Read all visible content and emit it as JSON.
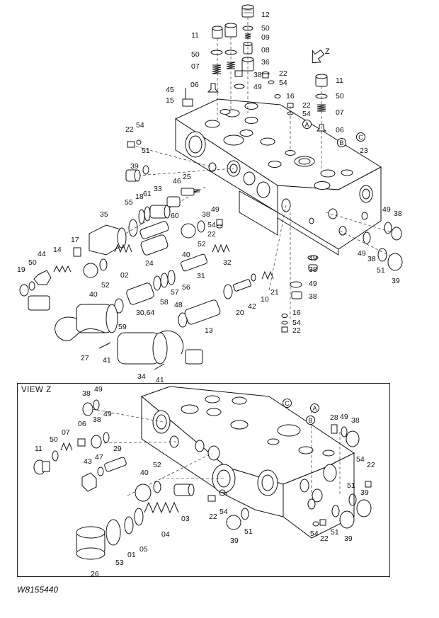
{
  "view_label": "VIEW Z",
  "drawing_number": "W8155440",
  "arrow_label": "Z",
  "circle_markers": [
    "A",
    "B",
    "C"
  ],
  "top_callouts": [
    {
      "id": "c12",
      "text": "12"
    },
    {
      "id": "c50a",
      "text": "50"
    },
    {
      "id": "c09",
      "text": "09"
    },
    {
      "id": "c11a",
      "text": "11"
    },
    {
      "id": "c08",
      "text": "08"
    },
    {
      "id": "c50b",
      "text": "50"
    },
    {
      "id": "c36",
      "text": "36"
    },
    {
      "id": "c07a",
      "text": "07"
    },
    {
      "id": "c38a",
      "text": "38"
    },
    {
      "id": "c22a",
      "text": "22"
    },
    {
      "id": "c54a",
      "text": "54"
    },
    {
      "id": "c49a",
      "text": "49"
    },
    {
      "id": "c06a",
      "text": "06"
    },
    {
      "id": "c45",
      "text": "45"
    },
    {
      "id": "c15",
      "text": "15"
    },
    {
      "id": "c16a",
      "text": "16"
    },
    {
      "id": "c11b",
      "text": "11"
    },
    {
      "id": "c50c",
      "text": "50"
    },
    {
      "id": "c22b",
      "text": "22"
    },
    {
      "id": "c54b",
      "text": "54"
    },
    {
      "id": "c07b",
      "text": "07"
    },
    {
      "id": "c06b",
      "text": "06"
    },
    {
      "id": "c23",
      "text": "23"
    },
    {
      "id": "c22c",
      "text": "22"
    },
    {
      "id": "c54c",
      "text": "54"
    },
    {
      "id": "c51a",
      "text": "51"
    },
    {
      "id": "c39a",
      "text": "39"
    },
    {
      "id": "c46",
      "text": "46"
    },
    {
      "id": "c25",
      "text": "25"
    },
    {
      "id": "c18",
      "text": "18"
    },
    {
      "id": "c61",
      "text": "61"
    },
    {
      "id": "c33",
      "text": "33"
    },
    {
      "id": "c55",
      "text": "55"
    },
    {
      "id": "c60",
      "text": "60"
    },
    {
      "id": "c38b",
      "text": "38"
    },
    {
      "id": "c49b",
      "text": "49"
    },
    {
      "id": "c35",
      "text": "35"
    },
    {
      "id": "c54d",
      "text": "54"
    },
    {
      "id": "c22d",
      "text": "22"
    },
    {
      "id": "c49c",
      "text": "49"
    },
    {
      "id": "c38c",
      "text": "38"
    },
    {
      "id": "c49d",
      "text": "49"
    },
    {
      "id": "c38d",
      "text": "38"
    },
    {
      "id": "c51b",
      "text": "51"
    },
    {
      "id": "c39b",
      "text": "39"
    },
    {
      "id": "c17",
      "text": "17"
    },
    {
      "id": "c44",
      "text": "44"
    },
    {
      "id": "c14",
      "text": "14"
    },
    {
      "id": "c50d",
      "text": "50"
    },
    {
      "id": "c19",
      "text": "19"
    },
    {
      "id": "c40a",
      "text": "40"
    },
    {
      "id": "c52a",
      "text": "52"
    },
    {
      "id": "c02",
      "text": "02"
    },
    {
      "id": "c24",
      "text": "24"
    },
    {
      "id": "c40b",
      "text": "40"
    },
    {
      "id": "c52b",
      "text": "52"
    },
    {
      "id": "c32",
      "text": "32"
    },
    {
      "id": "c31",
      "text": "31"
    },
    {
      "id": "c49e",
      "text": "49"
    },
    {
      "id": "c38e",
      "text": "38"
    },
    {
      "id": "c57",
      "text": "57"
    },
    {
      "id": "c56",
      "text": "56"
    },
    {
      "id": "c58",
      "text": "58"
    },
    {
      "id": "c21",
      "text": "21"
    },
    {
      "id": "c10",
      "text": "10"
    },
    {
      "id": "c42",
      "text": "42"
    },
    {
      "id": "c20",
      "text": "20"
    },
    {
      "id": "c49f",
      "text": "49"
    },
    {
      "id": "c38f",
      "text": "38"
    },
    {
      "id": "c3064",
      "text": "30,64"
    },
    {
      "id": "c48",
      "text": "48"
    },
    {
      "id": "c13",
      "text": "13"
    },
    {
      "id": "c16b",
      "text": "16"
    },
    {
      "id": "c54e",
      "text": "54"
    },
    {
      "id": "c22e",
      "text": "22"
    },
    {
      "id": "c59",
      "text": "59"
    },
    {
      "id": "c27",
      "text": "27"
    },
    {
      "id": "c41a",
      "text": "41"
    },
    {
      "id": "c34",
      "text": "34"
    },
    {
      "id": "c41b",
      "text": "41"
    }
  ],
  "view_callouts": [
    {
      "id": "v38a",
      "text": "38"
    },
    {
      "id": "v49a",
      "text": "49"
    },
    {
      "id": "v49b",
      "text": "49"
    },
    {
      "id": "v06",
      "text": "06"
    },
    {
      "id": "v38b",
      "text": "38"
    },
    {
      "id": "v50",
      "text": "50"
    },
    {
      "id": "v07",
      "text": "07"
    },
    {
      "id": "v11",
      "text": "11"
    },
    {
      "id": "v29",
      "text": "29"
    },
    {
      "id": "v43",
      "text": "43"
    },
    {
      "id": "v47",
      "text": "47"
    },
    {
      "id": "v40",
      "text": "40"
    },
    {
      "id": "v52",
      "text": "52"
    },
    {
      "id": "v22a",
      "text": "22"
    },
    {
      "id": "v54a",
      "text": "54"
    },
    {
      "id": "v03",
      "text": "03"
    },
    {
      "id": "v04",
      "text": "04"
    },
    {
      "id": "v05",
      "text": "05"
    },
    {
      "id": "v01",
      "text": "01"
    },
    {
      "id": "v53",
      "text": "53"
    },
    {
      "id": "v26",
      "text": "26"
    },
    {
      "id": "v39a",
      "text": "39"
    },
    {
      "id": "v51a",
      "text": "51"
    },
    {
      "id": "v28",
      "text": "28"
    },
    {
      "id": "v49c",
      "text": "49"
    },
    {
      "id": "v38c",
      "text": "38"
    },
    {
      "id": "v54b",
      "text": "54"
    },
    {
      "id": "v22b",
      "text": "22"
    },
    {
      "id": "v51b",
      "text": "51"
    },
    {
      "id": "v39b",
      "text": "39"
    },
    {
      "id": "v54c",
      "text": "54"
    },
    {
      "id": "v22c",
      "text": "22"
    },
    {
      "id": "v51c",
      "text": "51"
    },
    {
      "id": "v39c",
      "text": "39"
    }
  ]
}
